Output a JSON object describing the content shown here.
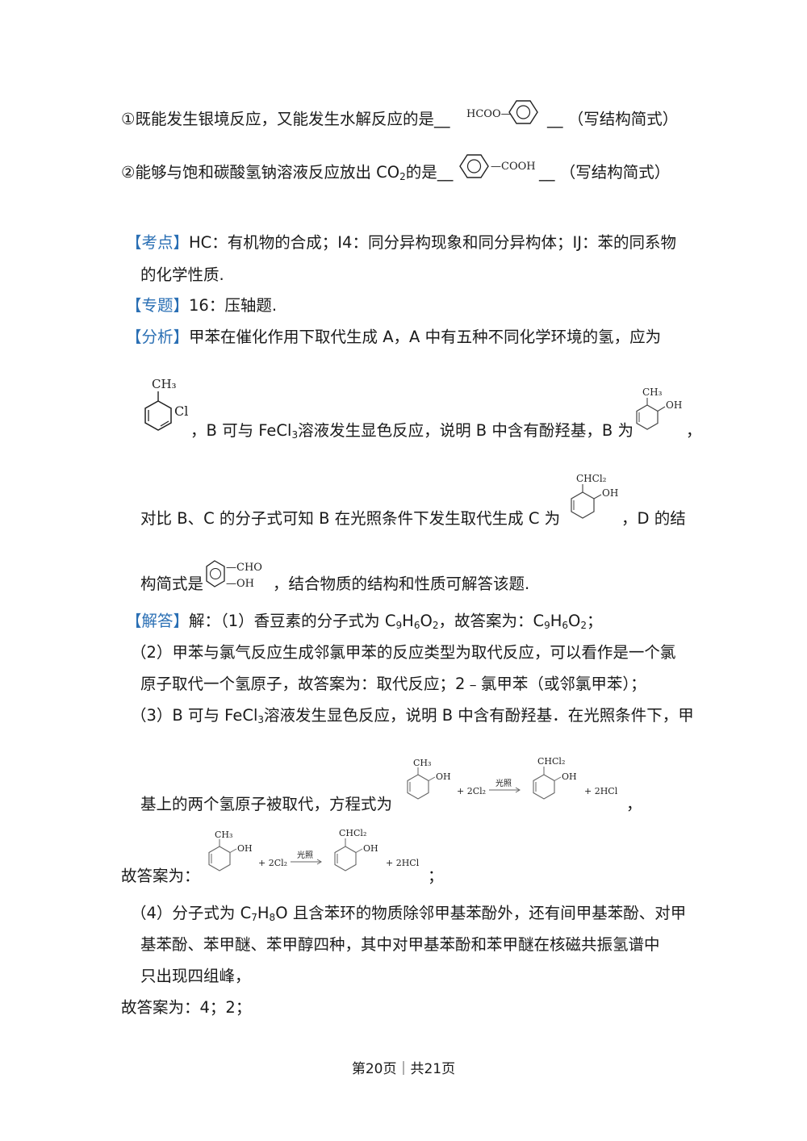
{
  "q1": {
    "prefix": "①既能发生银境反应，又能发生水解反应的是",
    "blank_pre": "__",
    "formula_label": "HCOO—",
    "blank_post": "__",
    "suffix": "（写结构简式）"
  },
  "q2": {
    "prefix": "②能够与饱和碳酸氢钠溶液反应放出 CO",
    "sub": "2",
    "mid": "的是",
    "blank_pre": "__",
    "formula_label": "—COOH",
    "blank_post": "__",
    "suffix": "（写结构简式）"
  },
  "kaodian": {
    "tag": "【考点】",
    "text1": "HC：有机物的合成；I4：同分异构现象和同分异构体；IJ：苯的同系物",
    "text2": "的化学性质."
  },
  "zhuanti": {
    "tag": "【专题】",
    "text": "16：压轴题."
  },
  "fenxi": {
    "tag": "【分析】",
    "text1": "甲苯在催化作用下取代生成 A，A 中有五种不同化学环境的氢，应为",
    "mol_a": {
      "top": "CH₃",
      "side": "Cl"
    },
    "text2a": "，B 可与 FeCl",
    "text2sub": "3",
    "text2b": "溶液发生显色反应，说明 B 中含有酚羟基，B 为",
    "mol_b": {
      "top": "CH₃",
      "side": "OH"
    },
    "text2end": "，",
    "text3": "对比 B、C 的分子式可知 B 在光照条件下发生取代生成 C 为",
    "mol_c": {
      "top": "CHCl₂",
      "side": "OH"
    },
    "text3end": "，D 的结",
    "text4a": "构简式是",
    "mol_d": {
      "top": "—CHO",
      "bottom": "—OH"
    },
    "text4b": "，结合物质的结构和性质可解答该题."
  },
  "jieda": {
    "tag": "【解答】",
    "text1a": "解：（1）香豆素的分子式为 C",
    "f1": [
      "9",
      "H",
      "6",
      "O",
      "2"
    ],
    "text1b": "，故答案为：C",
    "text1end": "；",
    "text2": "（2）甲苯与氯气反应生成邻氯甲苯的反应类型为取代反应，可以看作是一个氯",
    "text3": "原子取代一个氢原子，故答案为：取代反应；2﹣氯甲苯（或邻氯甲苯）；",
    "text4a": "（3）B 可与 FeCl",
    "text4sub": "3",
    "text4b": "溶液发生显色反应，说明 B 中含有酚羟基．在光照条件下，甲",
    "text5": "基上的两个氢原子被取代，方程式为",
    "eq": {
      "reactant_top": "CH₃",
      "reactant_side": "OH",
      "reagent": "+ 2Cl₂",
      "condition": "光照",
      "product_top": "CHCl₂",
      "product_side": "OH",
      "byproduct": "+ 2HCl"
    },
    "text5end": "，",
    "text6": "故答案为：",
    "text6end": "；",
    "text7a": "（4）分子式为 C",
    "text7sub1": "7",
    "text7h": "H",
    "text7sub2": "8",
    "text7b": "O 且含苯环的物质除邻甲基苯酚外，还有间甲基苯酚、对甲",
    "text8": "基苯酚、苯甲醚、苯甲醇四种，其中对甲基苯酚和苯甲醚在核磁共振氢谱中",
    "text9": "只出现四组峰，",
    "text10": "故答案为：4；2；"
  },
  "footer": "第20页｜共21页"
}
